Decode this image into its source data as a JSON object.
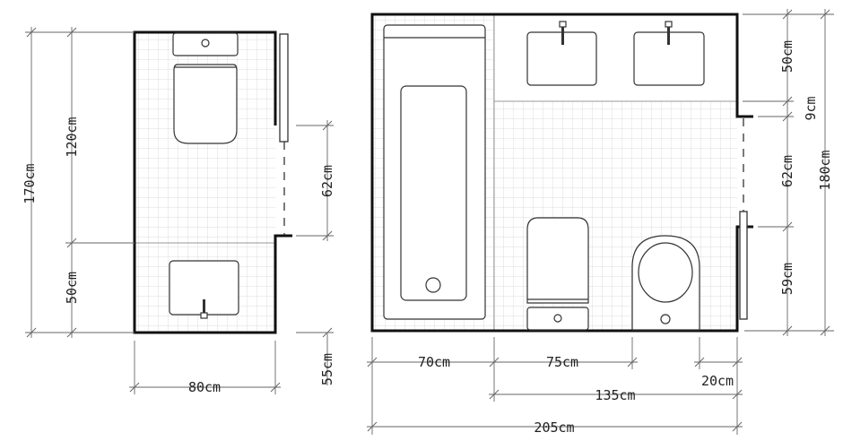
{
  "colors": {
    "wall": "#111111",
    "tile_grid": "#dcdcdc",
    "dimension": "#666666",
    "fixture": "#333333"
  },
  "left_bathroom": {
    "dims": {
      "total_height": "170cm",
      "upper_height": "120cm",
      "lower_height": "50cm",
      "width": "80cm",
      "door_opening": "62cm",
      "lower_offset": "55cm"
    },
    "fixtures": [
      "toilet",
      "sink"
    ]
  },
  "right_bathroom": {
    "dims": {
      "top_depth": "50cm",
      "wall_step": "9cm",
      "door_opening": "62cm",
      "lower_depth": "59cm",
      "total_height": "180cm",
      "bathtub_width": "70cm",
      "toilet_zone": "75cm",
      "bidet_gap": "20cm",
      "combined_width": "135cm",
      "total_width": "205cm"
    },
    "fixtures": [
      "bathtub",
      "sink",
      "sink",
      "toilet",
      "bidet"
    ]
  }
}
